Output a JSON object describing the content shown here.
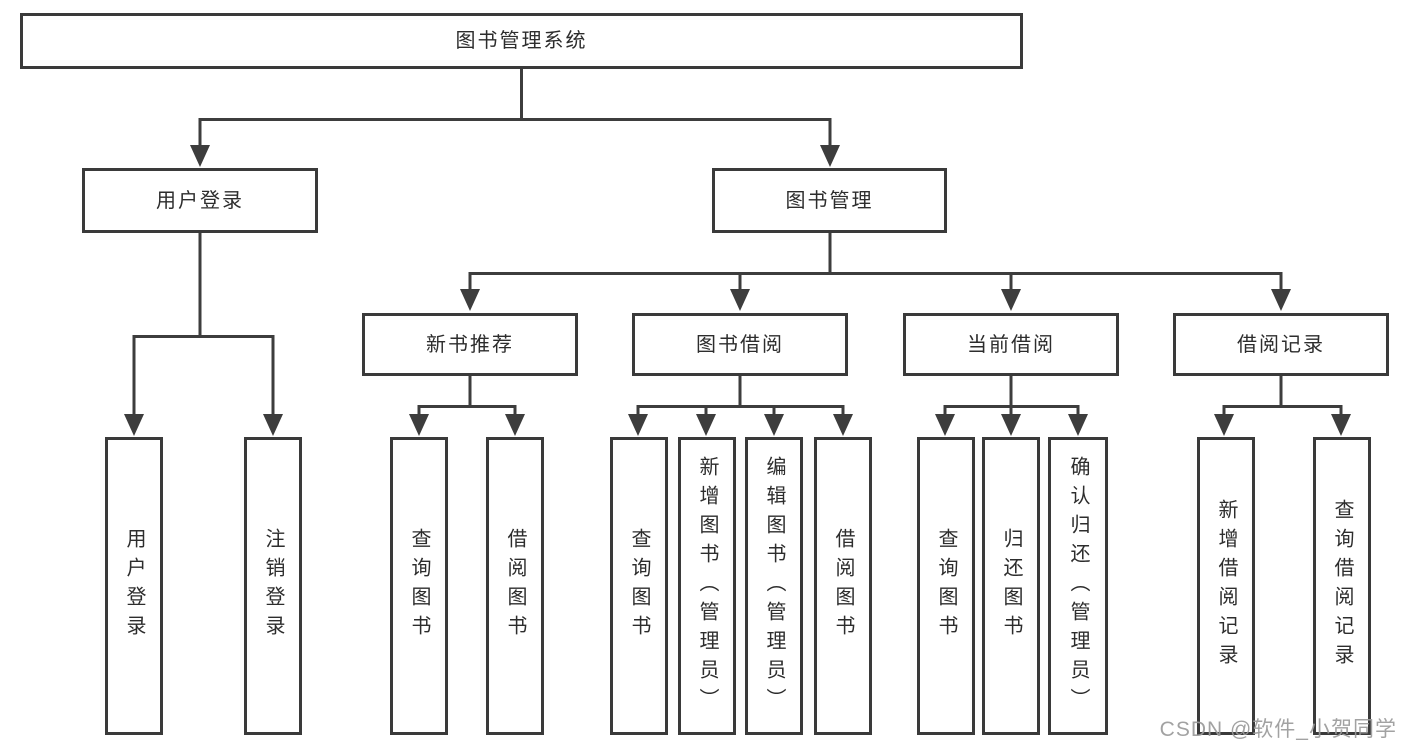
{
  "tree": {
    "label": "图书管理系统",
    "children": [
      {
        "label": "用户登录",
        "children": [
          {
            "label": "用户登录"
          },
          {
            "label": "注销登录"
          }
        ]
      },
      {
        "label": "图书管理",
        "children": [
          {
            "label": "新书推荐",
            "children": [
              {
                "label": "查询图书"
              },
              {
                "label": "借阅图书"
              }
            ]
          },
          {
            "label": "图书借阅",
            "children": [
              {
                "label": "查询图书"
              },
              {
                "label": "新增图书（管理员）"
              },
              {
                "label": "编辑图书（管理员）"
              },
              {
                "label": "借阅图书"
              }
            ]
          },
          {
            "label": "当前借阅",
            "children": [
              {
                "label": "查询图书"
              },
              {
                "label": "归还图书"
              },
              {
                "label": "确认归还（管理员）"
              }
            ]
          },
          {
            "label": "借阅记录",
            "children": [
              {
                "label": "新增借阅记录"
              },
              {
                "label": "查询借阅记录"
              }
            ]
          }
        ]
      }
    ]
  },
  "watermark": {
    "text": "CSDN @软件_小贺同学"
  },
  "colors": {
    "line": "#3d3d3d",
    "border": "#3a3a3a",
    "text": "#2d2d2d",
    "watermark": "#9b9b9b",
    "background": "#ffffff"
  }
}
